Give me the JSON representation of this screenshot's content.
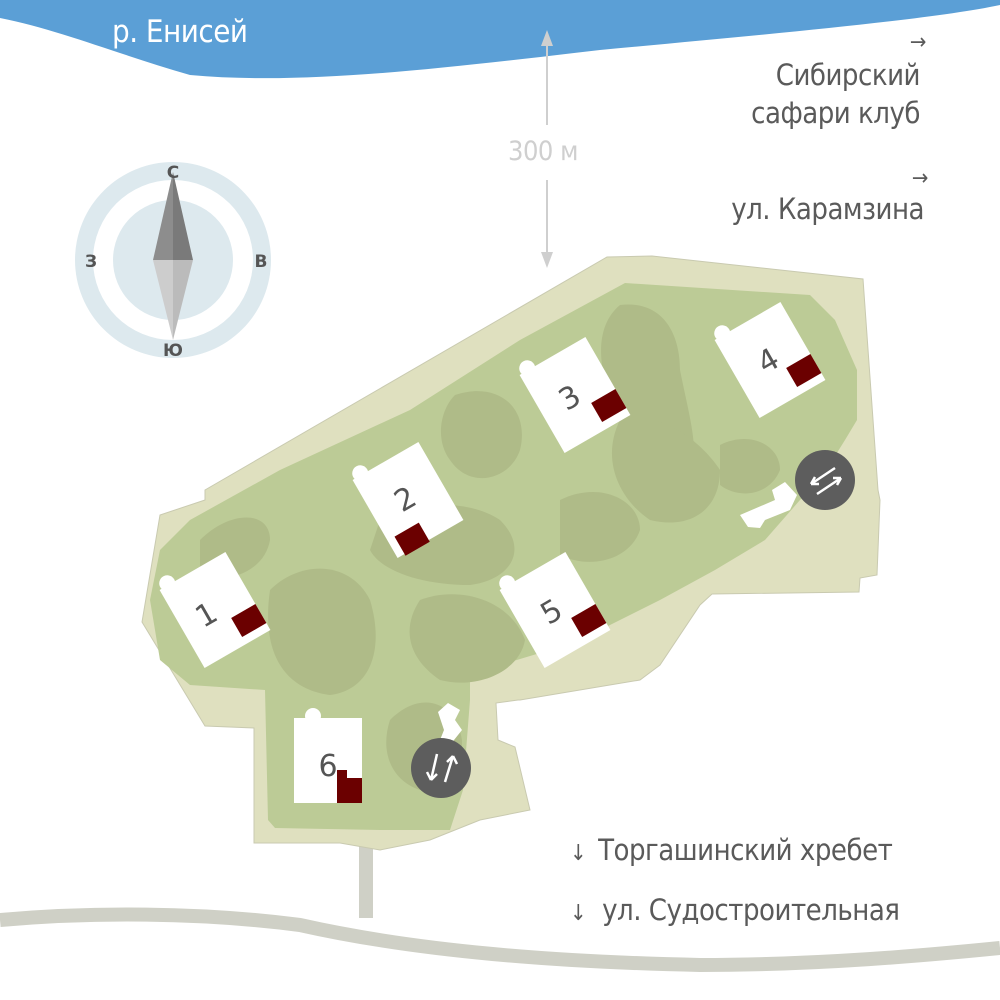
{
  "river": {
    "label": "р. Енисей",
    "color": "#5b9fd6"
  },
  "scale": {
    "label": "300 м"
  },
  "compass": {
    "north": "С",
    "south": "Ю",
    "west": "З",
    "east": "В"
  },
  "destinations": {
    "safari": {
      "line1": "Сибирский",
      "line2": "сафари клуб",
      "arrow": "→"
    },
    "karamzina": {
      "label": "ул. Карамзина",
      "arrow": "→"
    },
    "torgashinsky": {
      "label": "Торгашинский хребет",
      "arrow": "↓"
    },
    "sudostroitelnaya": {
      "label": "ул. Судостроительная",
      "arrow": "↓"
    }
  },
  "buildings": [
    {
      "number": "1"
    },
    {
      "number": "2"
    },
    {
      "number": "3"
    },
    {
      "number": "4"
    },
    {
      "number": "5"
    },
    {
      "number": "6"
    }
  ],
  "entrances": [
    {
      "icon": "entrance-exit-icon"
    },
    {
      "icon": "entrance-exit-icon"
    }
  ],
  "colors": {
    "outer_area": "#dfe0bf",
    "park": "#bccb96",
    "park_dark": "#afbb88",
    "building": "#ffffff",
    "building_accent": "#6b0000",
    "road": "#cfd0c6",
    "entrance": "#5d5d5d"
  }
}
